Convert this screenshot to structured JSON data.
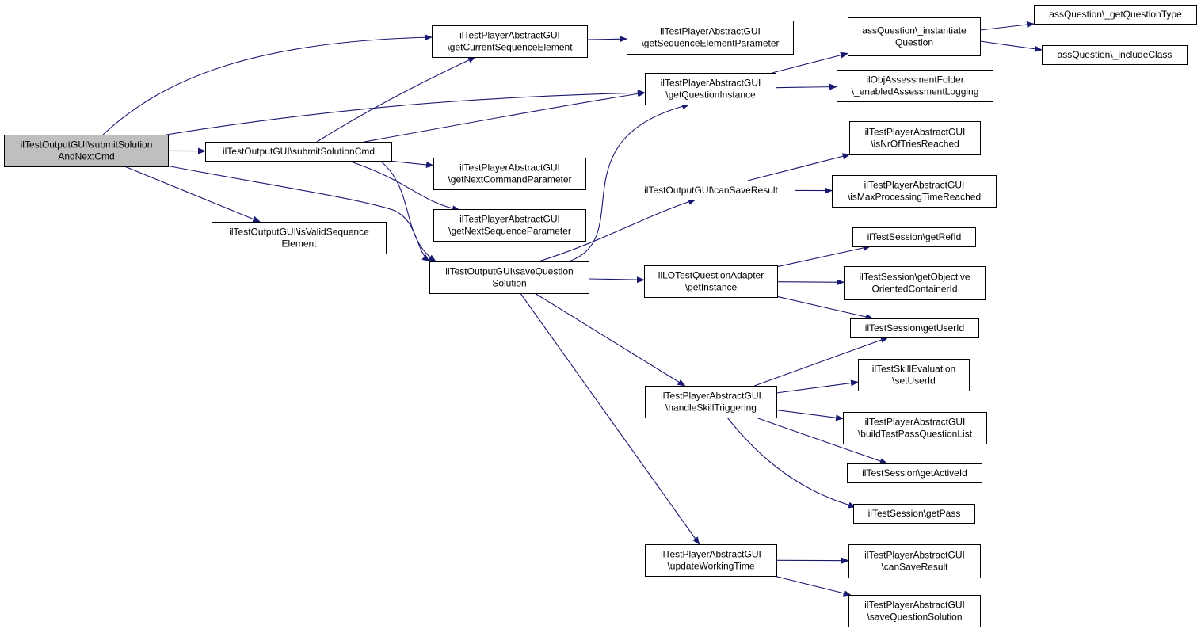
{
  "graph": {
    "colors": {
      "edge": "#191970",
      "node_border": "#000000",
      "node_fill": "#ffffff",
      "root_fill": "#bfbfbf"
    },
    "nodes": [
      {
        "id": "root",
        "lines": [
          "ilTestOutputGUI\\submitSolution",
          "AndNextCmd"
        ],
        "root": true
      },
      {
        "id": "submitCmd",
        "lines": [
          "ilTestOutputGUI\\submitSolutionCmd"
        ]
      },
      {
        "id": "isValid",
        "lines": [
          "ilTestOutputGUI\\isValidSequence",
          "Element"
        ]
      },
      {
        "id": "getCurSeq",
        "lines": [
          "ilTestPlayerAbstractGUI",
          "\\getCurrentSequenceElement"
        ]
      },
      {
        "id": "getNextCmd",
        "lines": [
          "ilTestPlayerAbstractGUI",
          "\\getNextCommandParameter"
        ]
      },
      {
        "id": "getNextSeq",
        "lines": [
          "ilTestPlayerAbstractGUI",
          "\\getNextSequenceParameter"
        ]
      },
      {
        "id": "saveQS",
        "lines": [
          "ilTestOutputGUI\\saveQuestion",
          "Solution"
        ]
      },
      {
        "id": "getSeqParam",
        "lines": [
          "ilTestPlayerAbstractGUI",
          "\\getSequenceElementParameter"
        ]
      },
      {
        "id": "getQInst",
        "lines": [
          "ilTestPlayerAbstractGUI",
          "\\getQuestionInstance"
        ]
      },
      {
        "id": "canSave",
        "lines": [
          "ilTestOutputGUI\\canSaveResult"
        ]
      },
      {
        "id": "loAdapter",
        "lines": [
          "ilLOTestQuestionAdapter",
          "\\getInstance"
        ]
      },
      {
        "id": "handleSkill",
        "lines": [
          "ilTestPlayerAbstractGUI",
          "\\handleSkillTriggering"
        ]
      },
      {
        "id": "updateWT",
        "lines": [
          "ilTestPlayerAbstractGUI",
          "\\updateWorkingTime"
        ]
      },
      {
        "id": "assInst",
        "lines": [
          "assQuestion\\_instantiate",
          "Question"
        ]
      },
      {
        "id": "objAssess",
        "lines": [
          "ilObjAssessmentFolder",
          "\\_enabledAssessmentLogging"
        ]
      },
      {
        "id": "isNrTries",
        "lines": [
          "ilTestPlayerAbstractGUI",
          "\\isNrOfTriesReached"
        ]
      },
      {
        "id": "isMaxTime",
        "lines": [
          "ilTestPlayerAbstractGUI",
          "\\isMaxProcessingTimeReached"
        ]
      },
      {
        "id": "getRefId",
        "lines": [
          "ilTestSession\\getRefId"
        ]
      },
      {
        "id": "getObjCont",
        "lines": [
          "ilTestSession\\getObjective",
          "OrientedContainerId"
        ]
      },
      {
        "id": "getUserId",
        "lines": [
          "ilTestSession\\getUserId"
        ]
      },
      {
        "id": "skillEval",
        "lines": [
          "ilTestSkillEvaluation",
          "\\setUserId"
        ]
      },
      {
        "id": "buildList",
        "lines": [
          "ilTestPlayerAbstractGUI",
          "\\buildTestPassQuestionList"
        ]
      },
      {
        "id": "getActiveId",
        "lines": [
          "ilTestSession\\getActiveId"
        ]
      },
      {
        "id": "getPass",
        "lines": [
          "ilTestSession\\getPass"
        ]
      },
      {
        "id": "canSave2",
        "lines": [
          "ilTestPlayerAbstractGUI",
          "\\canSaveResult"
        ]
      },
      {
        "id": "saveQS2",
        "lines": [
          "ilTestPlayerAbstractGUI",
          "\\saveQuestionSolution"
        ]
      },
      {
        "id": "getQType",
        "lines": [
          "assQuestion\\_getQuestionType"
        ]
      },
      {
        "id": "includeClass",
        "lines": [
          "assQuestion\\_includeClass"
        ]
      }
    ],
    "edges": [
      [
        "root",
        "getCurSeq"
      ],
      [
        "root",
        "getQInst"
      ],
      [
        "root",
        "submitCmd"
      ],
      [
        "root",
        "saveQS"
      ],
      [
        "root",
        "isValid"
      ],
      [
        "submitCmd",
        "getCurSeq"
      ],
      [
        "submitCmd",
        "getQInst"
      ],
      [
        "submitCmd",
        "getNextCmd"
      ],
      [
        "submitCmd",
        "getNextSeq"
      ],
      [
        "submitCmd",
        "saveQS"
      ],
      [
        "getCurSeq",
        "getSeqParam"
      ],
      [
        "saveQS",
        "getQInst"
      ],
      [
        "saveQS",
        "canSave"
      ],
      [
        "saveQS",
        "loAdapter"
      ],
      [
        "saveQS",
        "handleSkill"
      ],
      [
        "saveQS",
        "updateWT"
      ],
      [
        "getQInst",
        "assInst"
      ],
      [
        "getQInst",
        "objAssess"
      ],
      [
        "canSave",
        "isNrTries"
      ],
      [
        "canSave",
        "isMaxTime"
      ],
      [
        "loAdapter",
        "getRefId"
      ],
      [
        "loAdapter",
        "getObjCont"
      ],
      [
        "loAdapter",
        "getUserId"
      ],
      [
        "handleSkill",
        "getUserId"
      ],
      [
        "handleSkill",
        "skillEval"
      ],
      [
        "handleSkill",
        "buildList"
      ],
      [
        "handleSkill",
        "getActiveId"
      ],
      [
        "handleSkill",
        "getPass"
      ],
      [
        "updateWT",
        "canSave2"
      ],
      [
        "updateWT",
        "saveQS2"
      ],
      [
        "assInst",
        "getQType"
      ],
      [
        "assInst",
        "includeClass"
      ]
    ]
  }
}
